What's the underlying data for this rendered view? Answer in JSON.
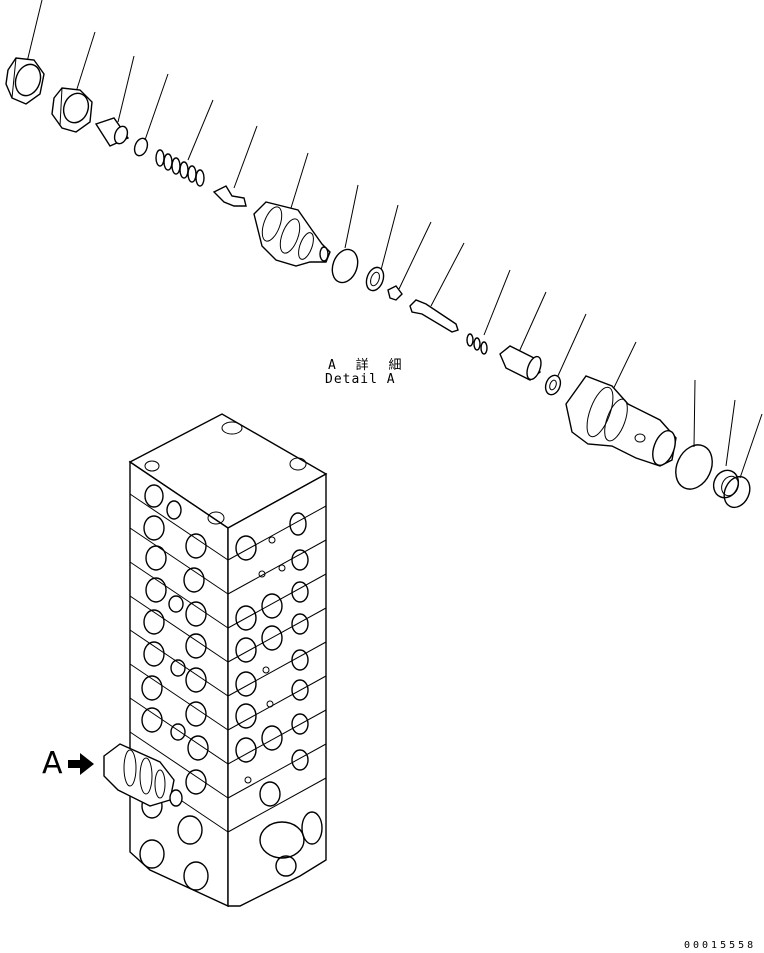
{
  "detail_label": {
    "japanese": "A 詳 細",
    "english": "Detail A"
  },
  "view_marker": {
    "letter": "A"
  },
  "figure_number": "00015558",
  "parts": [
    "nut",
    "nut",
    "piston",
    "o-ring",
    "spring",
    "poppet",
    "valve-body",
    "o-ring",
    "backup-ring",
    "plug",
    "stem",
    "spring",
    "sleeve",
    "backup-ring",
    "valve-assembly",
    "o-ring",
    "backup-ring",
    "o-ring"
  ]
}
